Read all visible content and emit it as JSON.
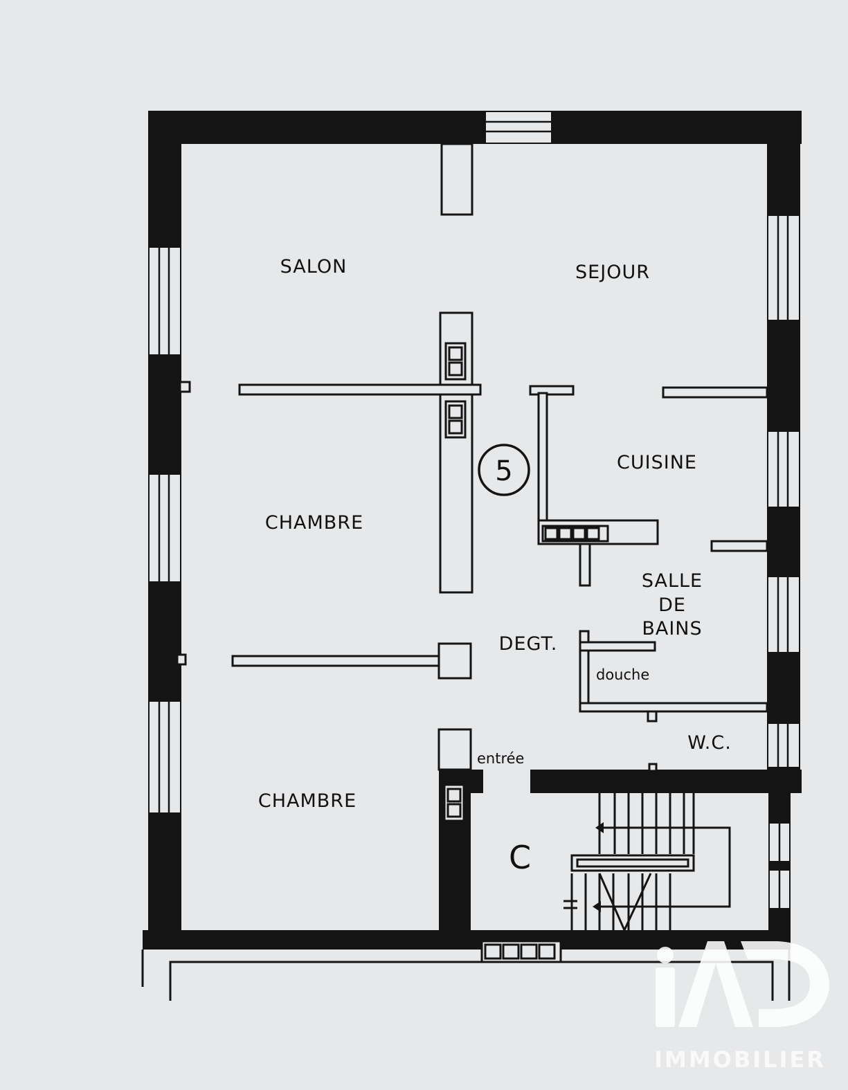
{
  "plan": {
    "rooms": {
      "salon": "SALON",
      "sejour": "SEJOUR",
      "cuisine": "CUISINE",
      "chambre_1": "CHAMBRE",
      "chambre_2": "CHAMBRE",
      "salle_de_bains_line1": "SALLE",
      "salle_de_bains_line2": "DE",
      "salle_de_bains_line3": "BAINS",
      "degagement": "DEGT.",
      "douche": "douche",
      "wc": "W.C.",
      "entree": "entrée",
      "stair_core": "C"
    },
    "unit_number": "5"
  },
  "watermark": {
    "brand": "iAD",
    "subtitle": "IMMOBILIER",
    "color": "#ffffff"
  },
  "colors": {
    "background": "#e6e8ea",
    "ink": "#141414"
  }
}
